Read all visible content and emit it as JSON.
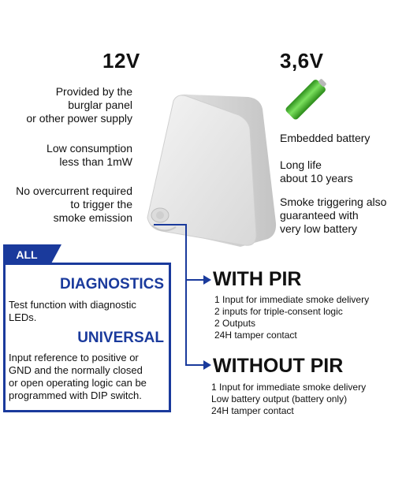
{
  "left_column": {
    "voltage": "12V",
    "line1": "Provided by the",
    "line2": "burglar panel",
    "line3": "or other power supply",
    "line4": "Low consumption",
    "line5": "less than 1mW",
    "line6": "No overcurrent required",
    "line7": "to trigger the",
    "line8": "smoke emission"
  },
  "right_column": {
    "voltage": "3,6V",
    "line1": "Embedded battery",
    "line2": "Long life",
    "line3": "about 10 years",
    "line4": "Smoke triggering also",
    "line5": "guaranteed with",
    "line6": "very low battery"
  },
  "all_box": {
    "tab": "ALL",
    "diag_title": "DIAGNOSTICS",
    "diag_line1": "Test function with diagnostic",
    "diag_line2": "LEDs.",
    "univ_title": "UNIVERSAL",
    "univ_line1": "Input reference to positive or",
    "univ_line2": "GND and the normally closed",
    "univ_line3": "or open operating logic can be",
    "univ_line4": "programmed with DIP switch."
  },
  "with_pir": {
    "title": "WITH PIR",
    "items": [
      "1 Input for immediate smoke delivery",
      "2 inputs for triple-consent logic",
      "2 Outputs",
      "24H tamper contact"
    ]
  },
  "without_pir": {
    "title": "WITHOUT PIR",
    "items": [
      "1 Input for immediate smoke delivery",
      "Low battery output (battery only)",
      "24H tamper contact"
    ]
  },
  "colors": {
    "accent": "#1a3a9c",
    "battery": "#3fbf2a"
  }
}
